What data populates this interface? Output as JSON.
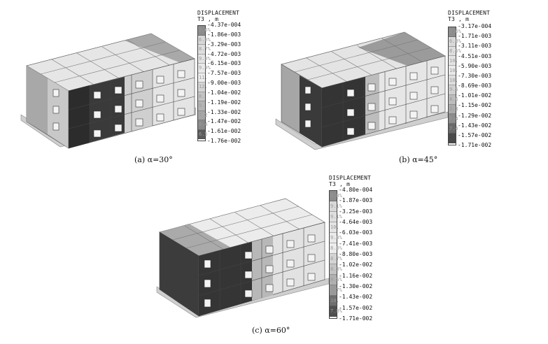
{
  "panels": [
    {
      "id": "a",
      "caption": "(a) α=30°",
      "legend": {
        "title_line1": "DISPLACEMENT",
        "title_line2": "T3 , m",
        "values": [
          "-4.37e-004",
          "-1.86e-003",
          "-3.29e-003",
          "-4.72e-003",
          "-6.15e-003",
          "-7.57e-003",
          "-9.00e-003",
          "-1.04e-002",
          "-1.19e-002",
          "-1.33e-002",
          "-1.47e-002",
          "-1.61e-002",
          "-1.76e-002"
        ],
        "percents": [
          "2.6%",
          "6.0%",
          "8.7%",
          "9.0%",
          "9.9%",
          "11.",
          "12.",
          "8.",
          "9.",
          "7.2",
          "8.4",
          "6.5"
        ],
        "colors": [
          "#8c8c8c",
          "#d8d8d8",
          "#dedede",
          "#e4e4e4",
          "#e9e9e9",
          "#ececec",
          "#d4d4d4",
          "#c4c4c4",
          "#b4b4b4",
          "#a6a6a6",
          "#8a8a8a",
          "#5a5a5a"
        ]
      }
    },
    {
      "id": "b",
      "caption": "(b) α=45°",
      "legend": {
        "title_line1": "DISPLACEMENT",
        "title_line2": "T3 , m",
        "values": [
          "-3.17e-004",
          "-1.71e-003",
          "-3.11e-003",
          "-4.51e-003",
          "-5.90e-003",
          "-7.30e-003",
          "-8.69e-003",
          "-1.01e-002",
          "-1.15e-002",
          "-1.29e-002",
          "-1.43e-002",
          "-1.57e-002",
          "-1.71e-002"
        ],
        "percents": [
          "2.6%",
          "6.8%",
          "8.5%",
          "10.",
          "10.",
          "10.",
          "9.5",
          "8.6",
          "8.3",
          "7.4",
          "7.4"
        ],
        "colors": [
          "#8c8c8c",
          "#d8d8d8",
          "#dedede",
          "#e4e4e4",
          "#e9e9e9",
          "#dddddd",
          "#cfcfcf",
          "#bcbcbc",
          "#aaaaaa",
          "#8c8c8c",
          "#6a6a6a",
          "#4a4a4a"
        ]
      }
    },
    {
      "id": "c",
      "caption": "(c) α=60°",
      "legend": {
        "title_line1": "DISPLACEMENT",
        "title_line2": "T3 , m",
        "values": [
          "-4.80e-004",
          "-1.87e-003",
          "-3.25e-003",
          "-4.64e-003",
          "-6.03e-003",
          "-7.41e-003",
          "-8.80e-003",
          "-1.02e-002",
          "-1.16e-002",
          "-1.30e-002",
          "-1.43e-002",
          "-1.57e-002",
          "-1.71e-002"
        ],
        "percents": [
          "2.8%",
          "9.1%",
          "9.1%",
          "10.",
          "9.8%",
          "8.8%",
          "8.7%",
          "8.3%",
          "8.5%",
          "6.7%",
          "10.",
          "7.8%"
        ],
        "colors": [
          "#8c8c8c",
          "#d8d8d8",
          "#dedede",
          "#e4e4e4",
          "#e9e9e9",
          "#ececec",
          "#d4d4d4",
          "#c4c4c4",
          "#b0b0b0",
          "#9a9a9a",
          "#6e6e6e",
          "#505050"
        ]
      }
    }
  ]
}
